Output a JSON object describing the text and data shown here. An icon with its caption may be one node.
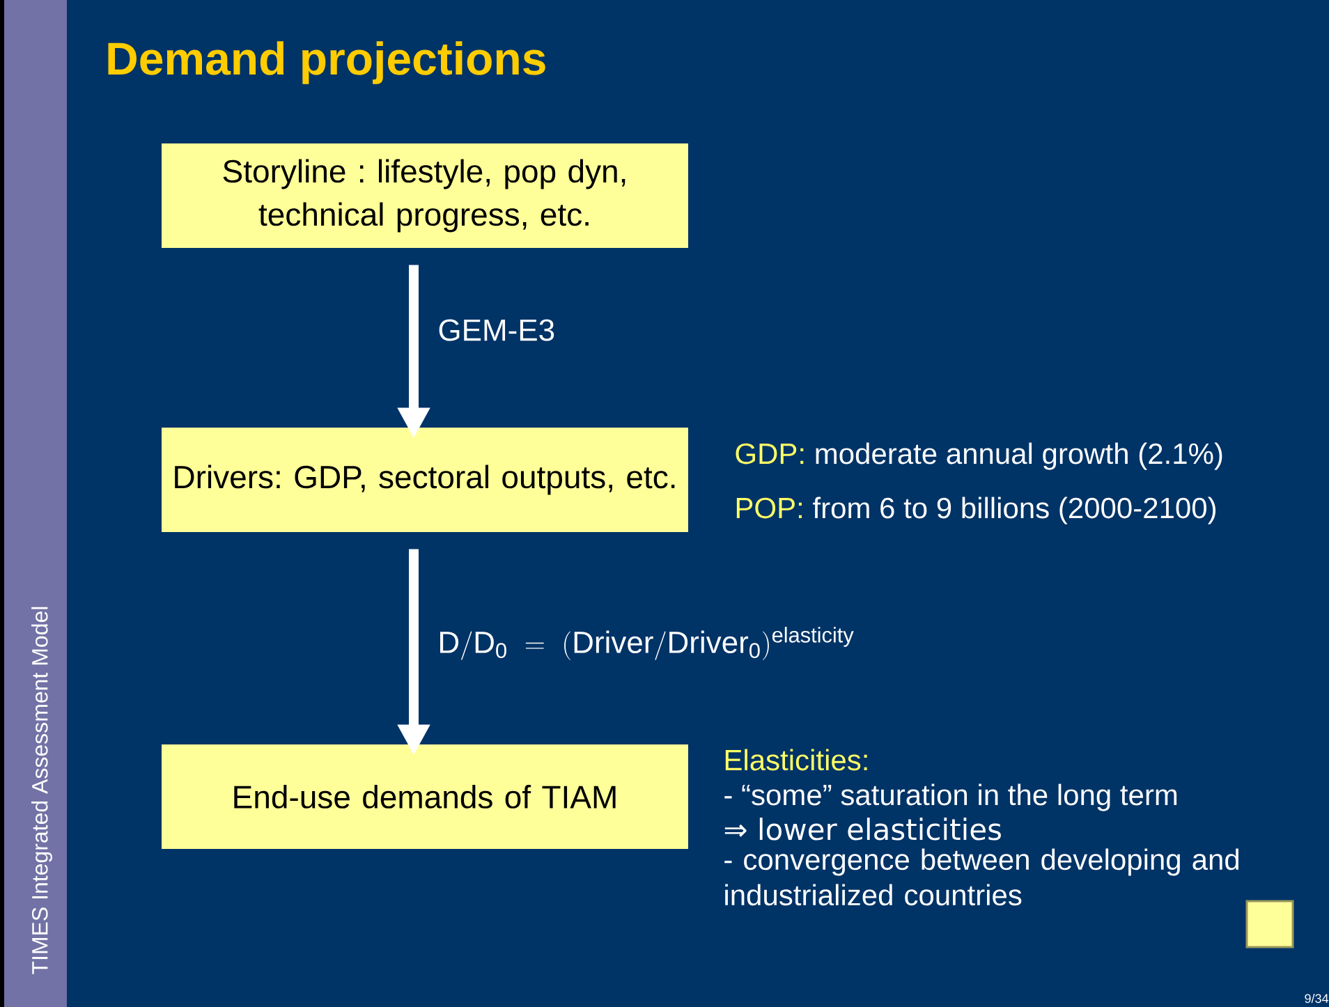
{
  "diagram": {
    "title": "Demand projections",
    "nodes": [
      {
        "text": [
          "Storyline : lifestyle, pop dyn, technical progress, etc."
        ]
      },
      {
        "text": [
          "Drivers: GDP, sectoral outputs, etc."
        ]
      },
      {
        "text": [
          "End-use demands of TIAM"
        ]
      },
      {
        "text": [],
        "shape": "box"
      }
    ],
    "edges": [
      {
        "from": 0,
        "to": 1,
        "arrow": "to",
        "label": "GEM-E3"
      },
      {
        "from": 1,
        "to": 2,
        "arrow": "to",
        "label": "\\mathrm{D/D_{0}\\ =\\ (Driver/Driver_{0})^{elasticity}}"
      }
    ],
    "labels": [
      "GDP:",
      "moderate annual growth (2.1%)",
      "POP:",
      "from 6 to 9 billions (2000-2100)",
      "Elasticities:",
      "- “some” saturation in the long term",
      "⇒ lower elasticities",
      "-  convergence between developing and industrialized countries",
      "TIMES Integrated Assessment Model",
      "9/34"
    ]
  }
}
